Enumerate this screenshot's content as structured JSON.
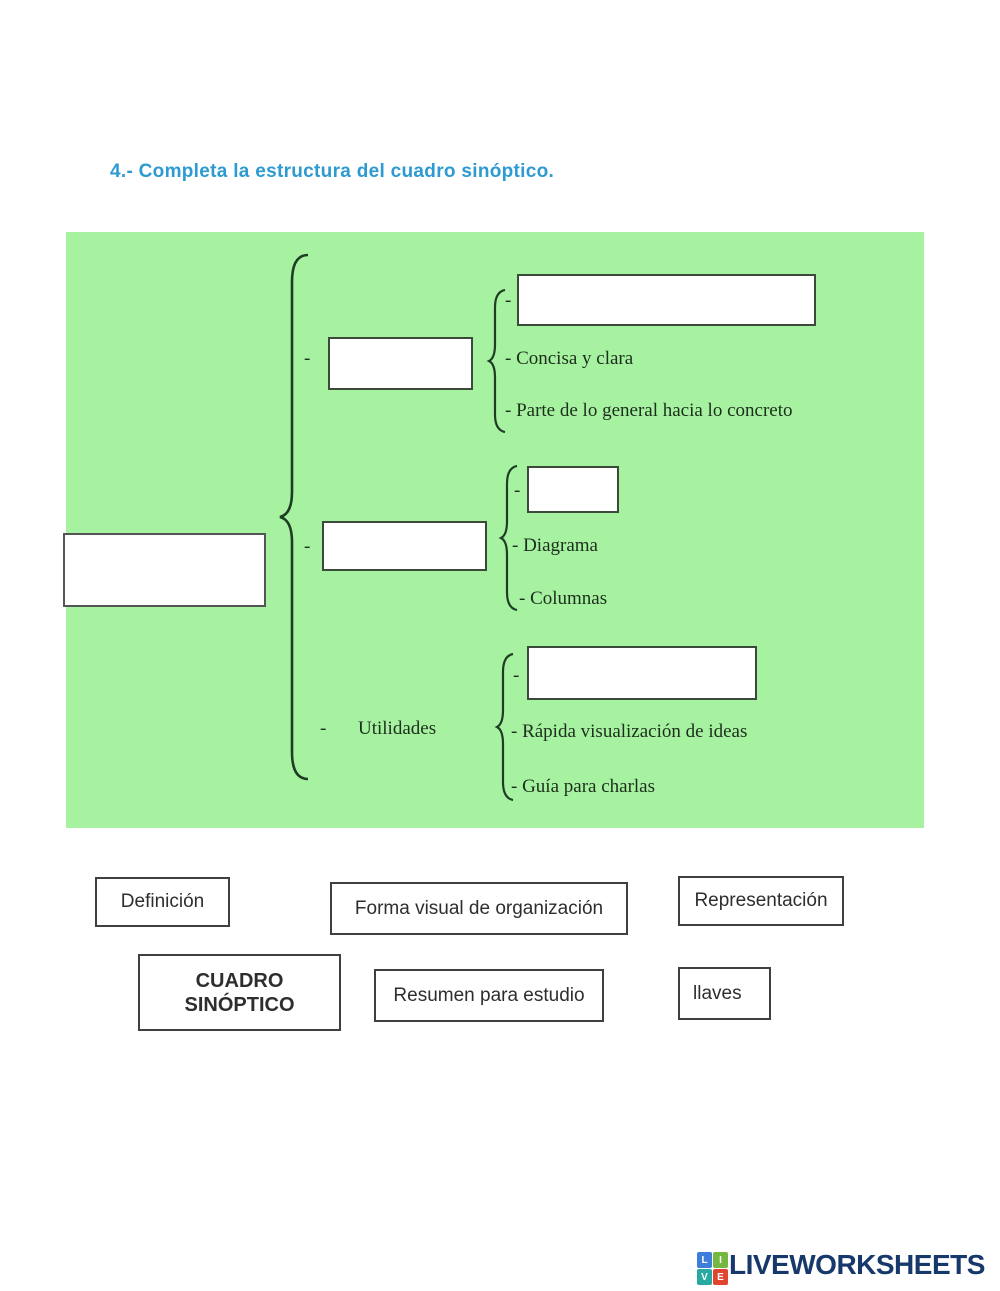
{
  "title": "4.- Completa la estructura del cuadro sinóptico.",
  "colors": {
    "panel_bg": "#a6f2a1",
    "title_blue": "#2d9ad1",
    "brand_navy": "#16386b",
    "brace_stroke": "#1e3d24"
  },
  "diagram": {
    "dash": "-",
    "row1": {
      "items": [
        "- Concisa y clara",
        "- Parte de lo general hacia lo concreto"
      ]
    },
    "row2": {
      "items": [
        "- Diagrama",
        "- Columnas"
      ]
    },
    "row3": {
      "label": "Utilidades",
      "items": [
        "- Rápida visualización de ideas",
        "- Guía para charlas"
      ]
    }
  },
  "word_bank": {
    "definicion": "Definición",
    "forma": "Forma visual de organización",
    "representacion": "Representación",
    "cuadro_line1": "CUADRO",
    "cuadro_line2": "SINÓPTICO",
    "resumen": "Resumen para estudio",
    "llaves": "llaves"
  },
  "footer": {
    "brand": "LIVEWORKSHEETS",
    "logo_squares": [
      {
        "letter": "L",
        "color": "#3e7edb"
      },
      {
        "letter": "I",
        "color": "#74b842"
      },
      {
        "letter": "V",
        "color": "#2aa9a0"
      },
      {
        "letter": "E",
        "color": "#e2452f"
      }
    ]
  }
}
